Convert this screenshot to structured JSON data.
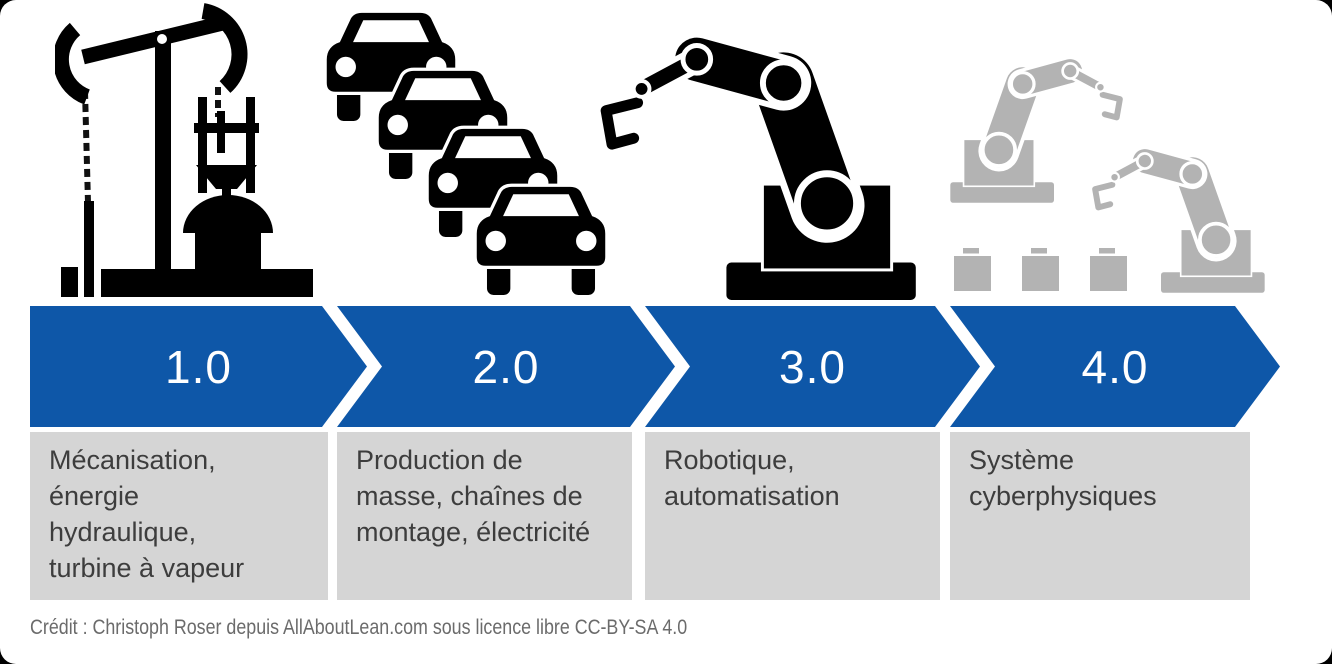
{
  "stages": [
    {
      "number": "1.0",
      "description": "Mécanisation,\nénergie\nhydraulique,\nturbine à vapeur",
      "icon": "oil-pumpjack-icon"
    },
    {
      "number": "2.0",
      "description": "Production de\nmasse, chaînes de\nmontage, électricité",
      "icon": "car-queue-icon"
    },
    {
      "number": "3.0",
      "description": "Robotique,\nautomatisation",
      "icon": "industrial-robot-arm-icon"
    },
    {
      "number": "4.0",
      "description": "Système\ncyberphysiques",
      "icon": "cyber-physical-robots-icon"
    }
  ],
  "footer": {
    "credit": "Crédit : Christoph Roser depuis AllAboutLean.com sous licence libre CC-BY-SA 4.0"
  },
  "colors": {
    "arrow_blue": "#0e57a8",
    "description_box_gray": "#d5d5d5",
    "icon_black": "#000000",
    "icon_gray": "#b3b3b3",
    "description_text": "#3d3d3d",
    "credit_text": "#6b6b6b",
    "outline_white": "#ffffff"
  }
}
